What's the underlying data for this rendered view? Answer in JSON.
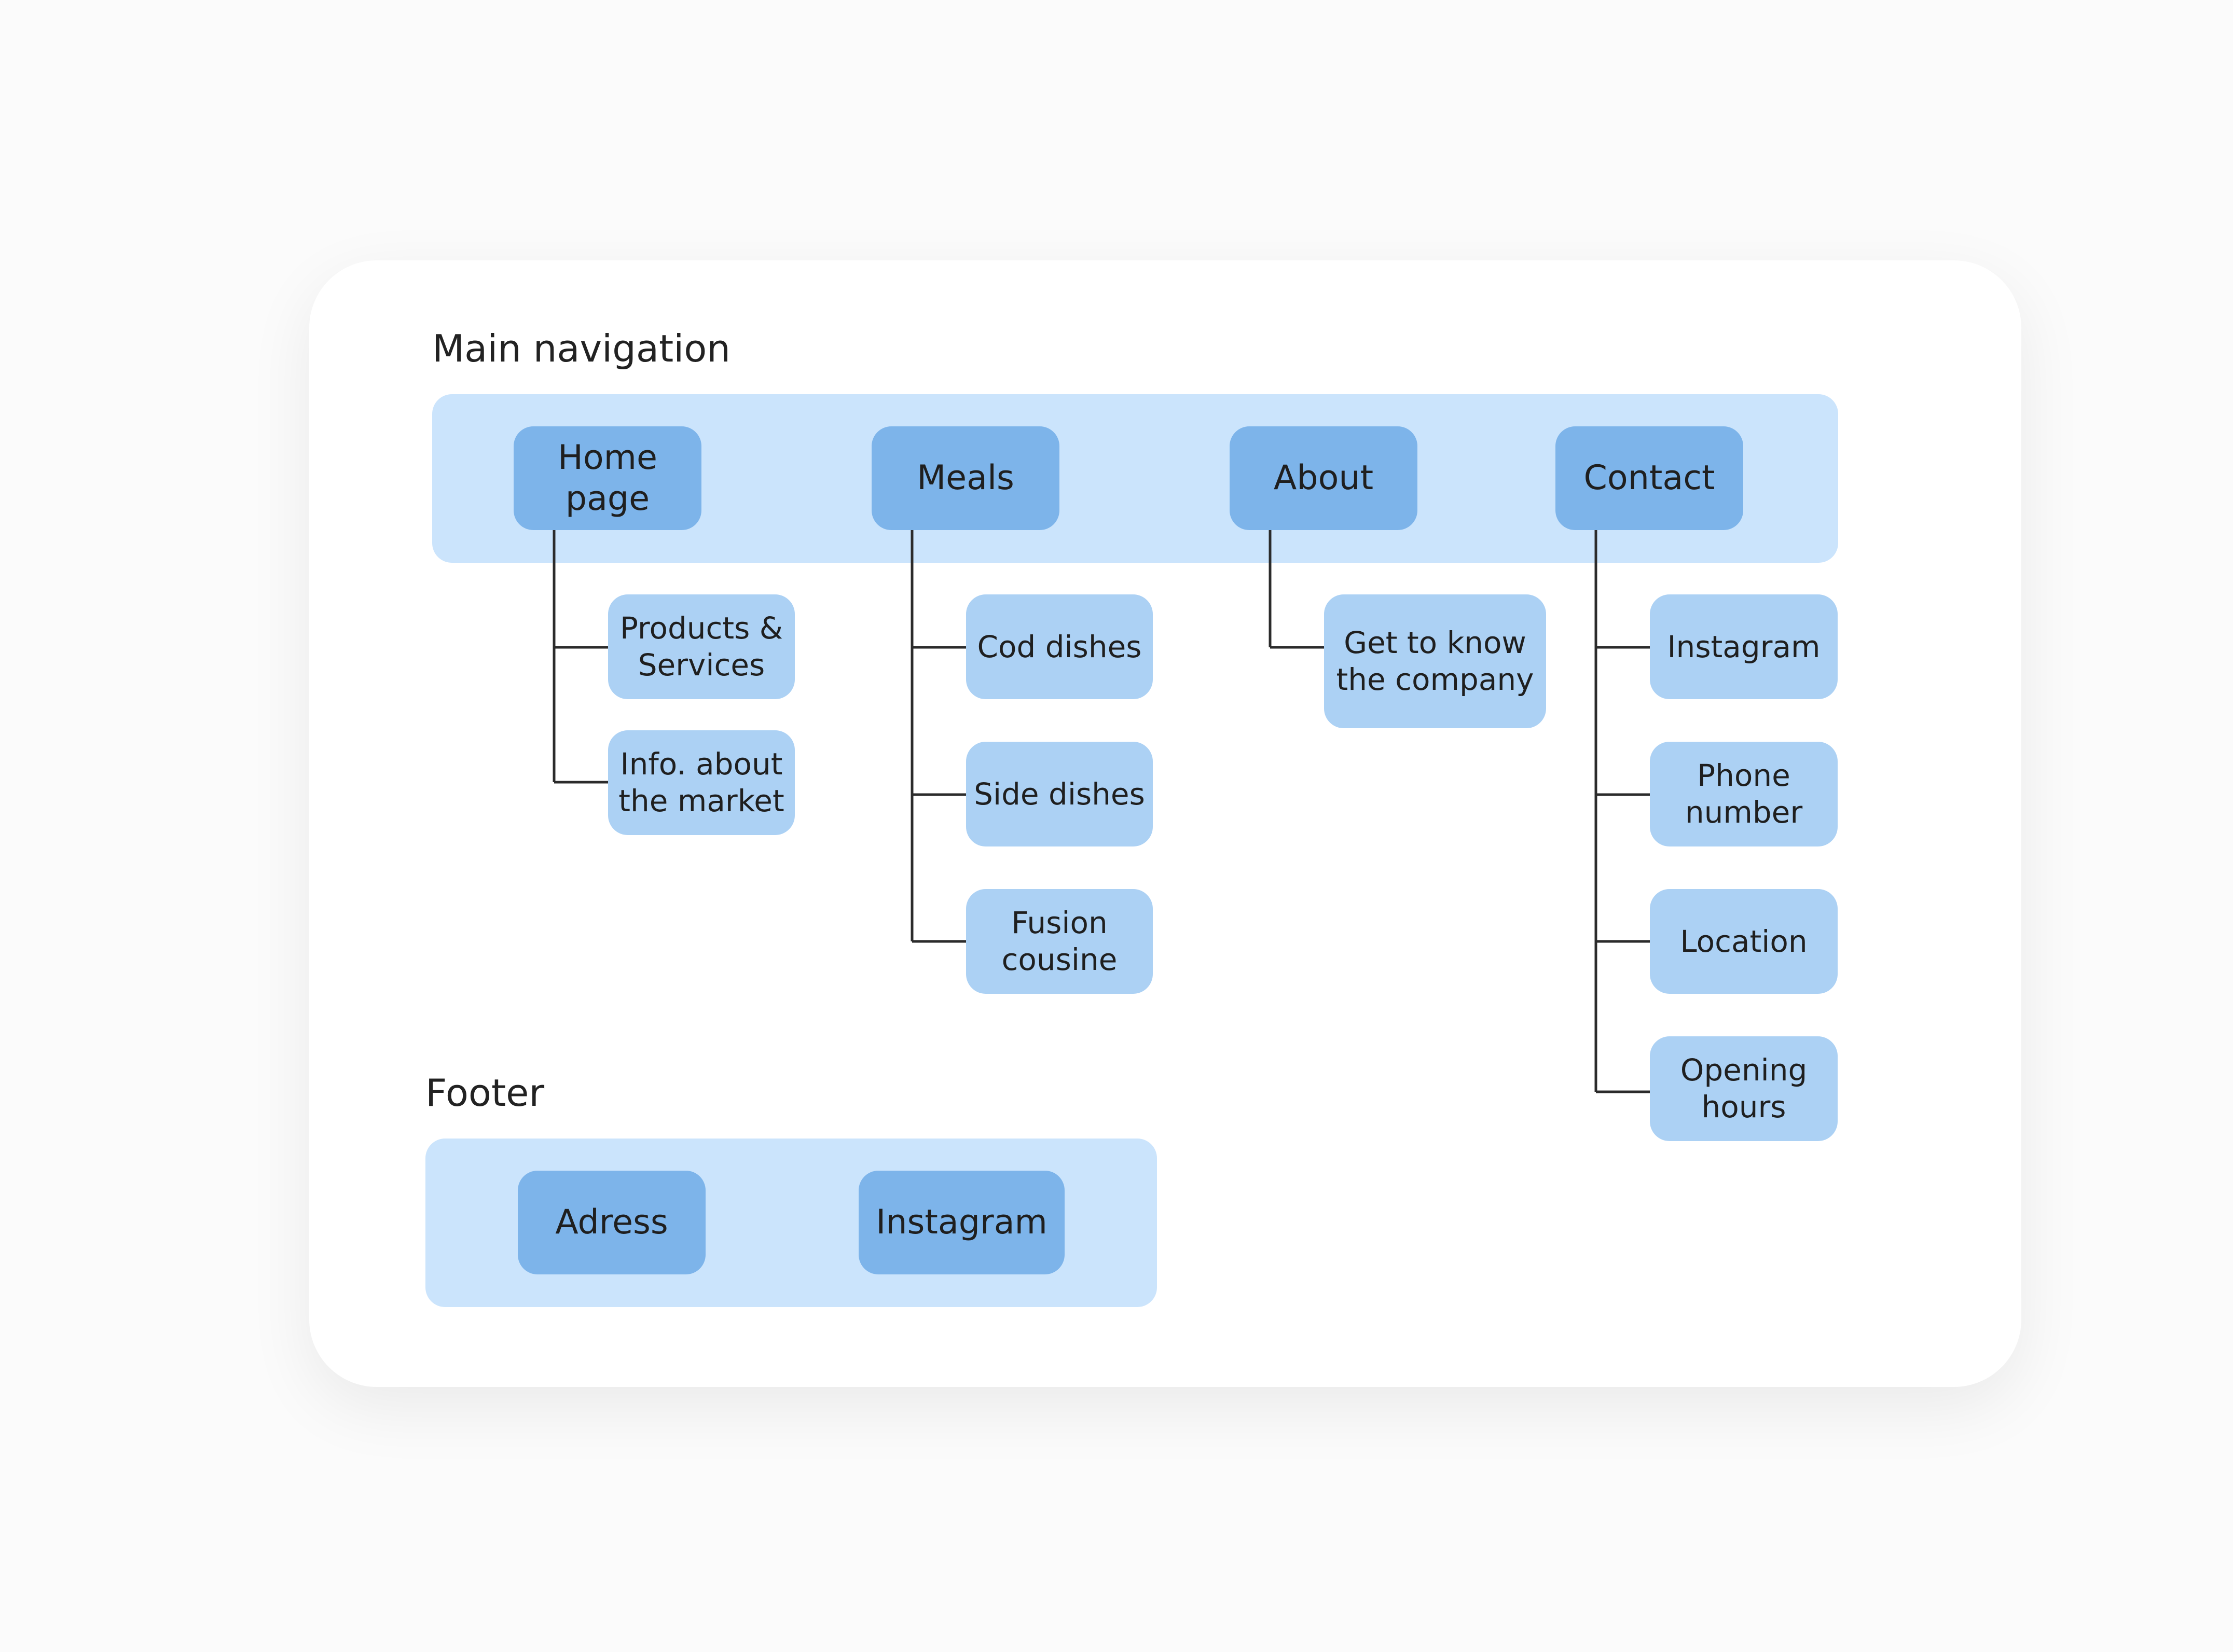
{
  "main_navigation": {
    "title": "Main navigation",
    "items": [
      {
        "label": "Home page",
        "children": [
          "Products & Services",
          "Info. about the market"
        ]
      },
      {
        "label": "Meals",
        "children": [
          "Cod dishes",
          "Side dishes",
          "Fusion cousine"
        ]
      },
      {
        "label": "About",
        "children": [
          "Get to know the company"
        ]
      },
      {
        "label": "Contact",
        "children": [
          "Instagram",
          "Phone number",
          "Location",
          "Opening hours"
        ]
      }
    ]
  },
  "footer": {
    "title": "Footer",
    "items": [
      "Adress",
      "Instagram"
    ]
  },
  "colors": {
    "band": "#cbe4fc",
    "top_node": "#7db4ea",
    "child_node": "#acd1f4",
    "connector": "#2b2b2b"
  }
}
